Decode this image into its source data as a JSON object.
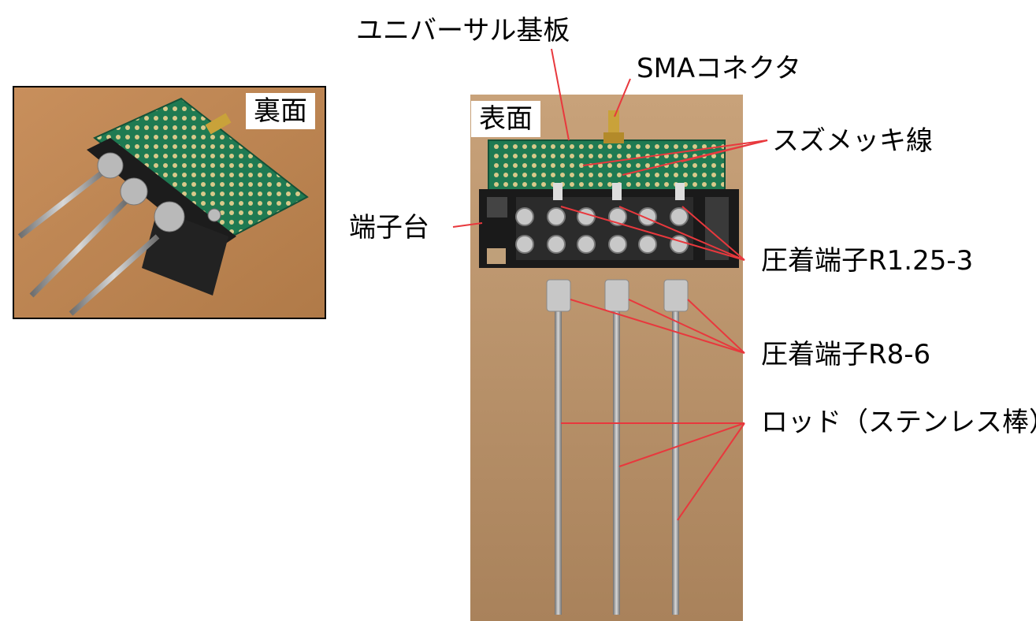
{
  "back_photo": {
    "label": "裏面"
  },
  "front_photo": {
    "label": "表面"
  },
  "callouts": {
    "universal_board": "ユニバーサル基板",
    "sma_connector": "SMAコネクタ",
    "tinned_wire": "スズメッキ線",
    "terminal_block": "端子台",
    "crimp_r125": "圧着端子R1.25-3",
    "crimp_r8": "圧着端子R8-6",
    "rod": "ロッド（ステンレス棒）"
  },
  "colors": {
    "leader_line": "#e8383d",
    "pcb_green": "#1f7a52",
    "block_black": "#1a1a1a",
    "wood_bg": "#c79a62"
  }
}
